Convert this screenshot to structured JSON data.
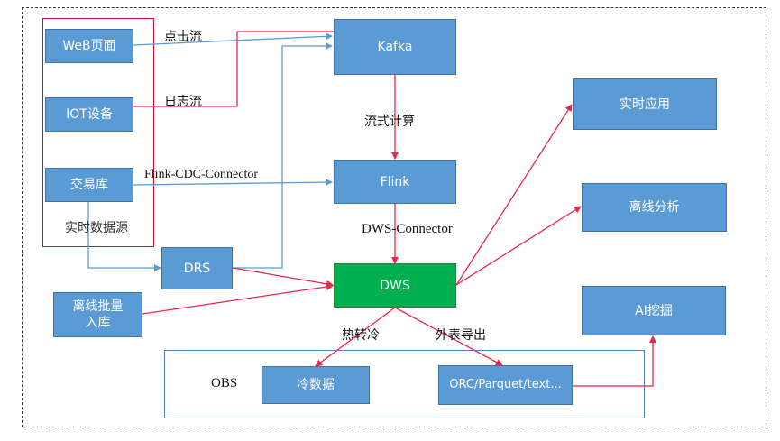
{
  "diagram": {
    "groups": {
      "sources_label": "实时数据源",
      "obs_label": "OBS"
    },
    "nodes": {
      "web": "WeB页面",
      "iot": "IOT设备",
      "trade_db": "交易库",
      "drs": "DRS",
      "offline_batch": "离线批量\n入库",
      "kafka": "Kafka",
      "flink": "Flink",
      "dws": "DWS",
      "realtime_app": "实时应用",
      "offline_analysis": "离线分析",
      "ai_mining": "AI挖掘",
      "cold_data": "冷数据",
      "orc_parquet": "ORC/Parquet/text..."
    },
    "edge_labels": {
      "click_stream": "点击流",
      "log_stream": "日志流",
      "flink_cdc": "Flink-CDC-Connector",
      "stream_compute": "流式计算",
      "dws_connector": "DWS-Connector",
      "hot_to_cold": "热转冷",
      "foreign_export": "外表导出"
    },
    "colors": {
      "node_blue": "#5b9bd5",
      "node_green": "#00b050",
      "edge_red": "#e8274b",
      "edge_blue": "#5b9bd5",
      "group_red": "#c8102e"
    }
  }
}
